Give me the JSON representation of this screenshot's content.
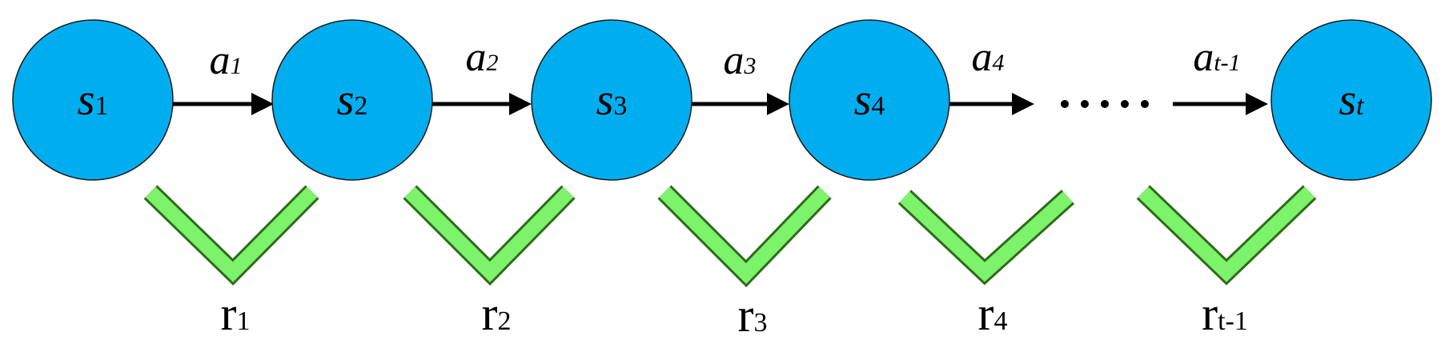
{
  "states": [
    {
      "symbol": "s",
      "sub": "1",
      "italic_sub": false
    },
    {
      "symbol": "s",
      "sub": "2",
      "italic_sub": false
    },
    {
      "symbol": "s",
      "sub": "3",
      "italic_sub": false
    },
    {
      "symbol": "s",
      "sub": "4",
      "italic_sub": false
    },
    {
      "symbol": "s",
      "sub": "t",
      "italic_sub": true
    }
  ],
  "actions": [
    {
      "symbol": "a",
      "sub": "1"
    },
    {
      "symbol": "a",
      "sub": "2"
    },
    {
      "symbol": "a",
      "sub": "3"
    },
    {
      "symbol": "a",
      "sub": "4"
    },
    {
      "symbol": "a",
      "sub": "t-1"
    }
  ],
  "rewards": [
    {
      "symbol": "r",
      "sub": "1"
    },
    {
      "symbol": "r",
      "sub": "2"
    },
    {
      "symbol": "r",
      "sub": "3"
    },
    {
      "symbol": "r",
      "sub": "4"
    },
    {
      "symbol": "r",
      "sub": "t-1"
    }
  ],
  "colors": {
    "state_fill": "#00aeef",
    "reward_check": "#7cf36a",
    "arrow": "#000000"
  },
  "icons": {
    "reward": "check-mark-icon",
    "arrow": "right-arrow-icon",
    "ellipsis": "ellipsis-icon"
  }
}
